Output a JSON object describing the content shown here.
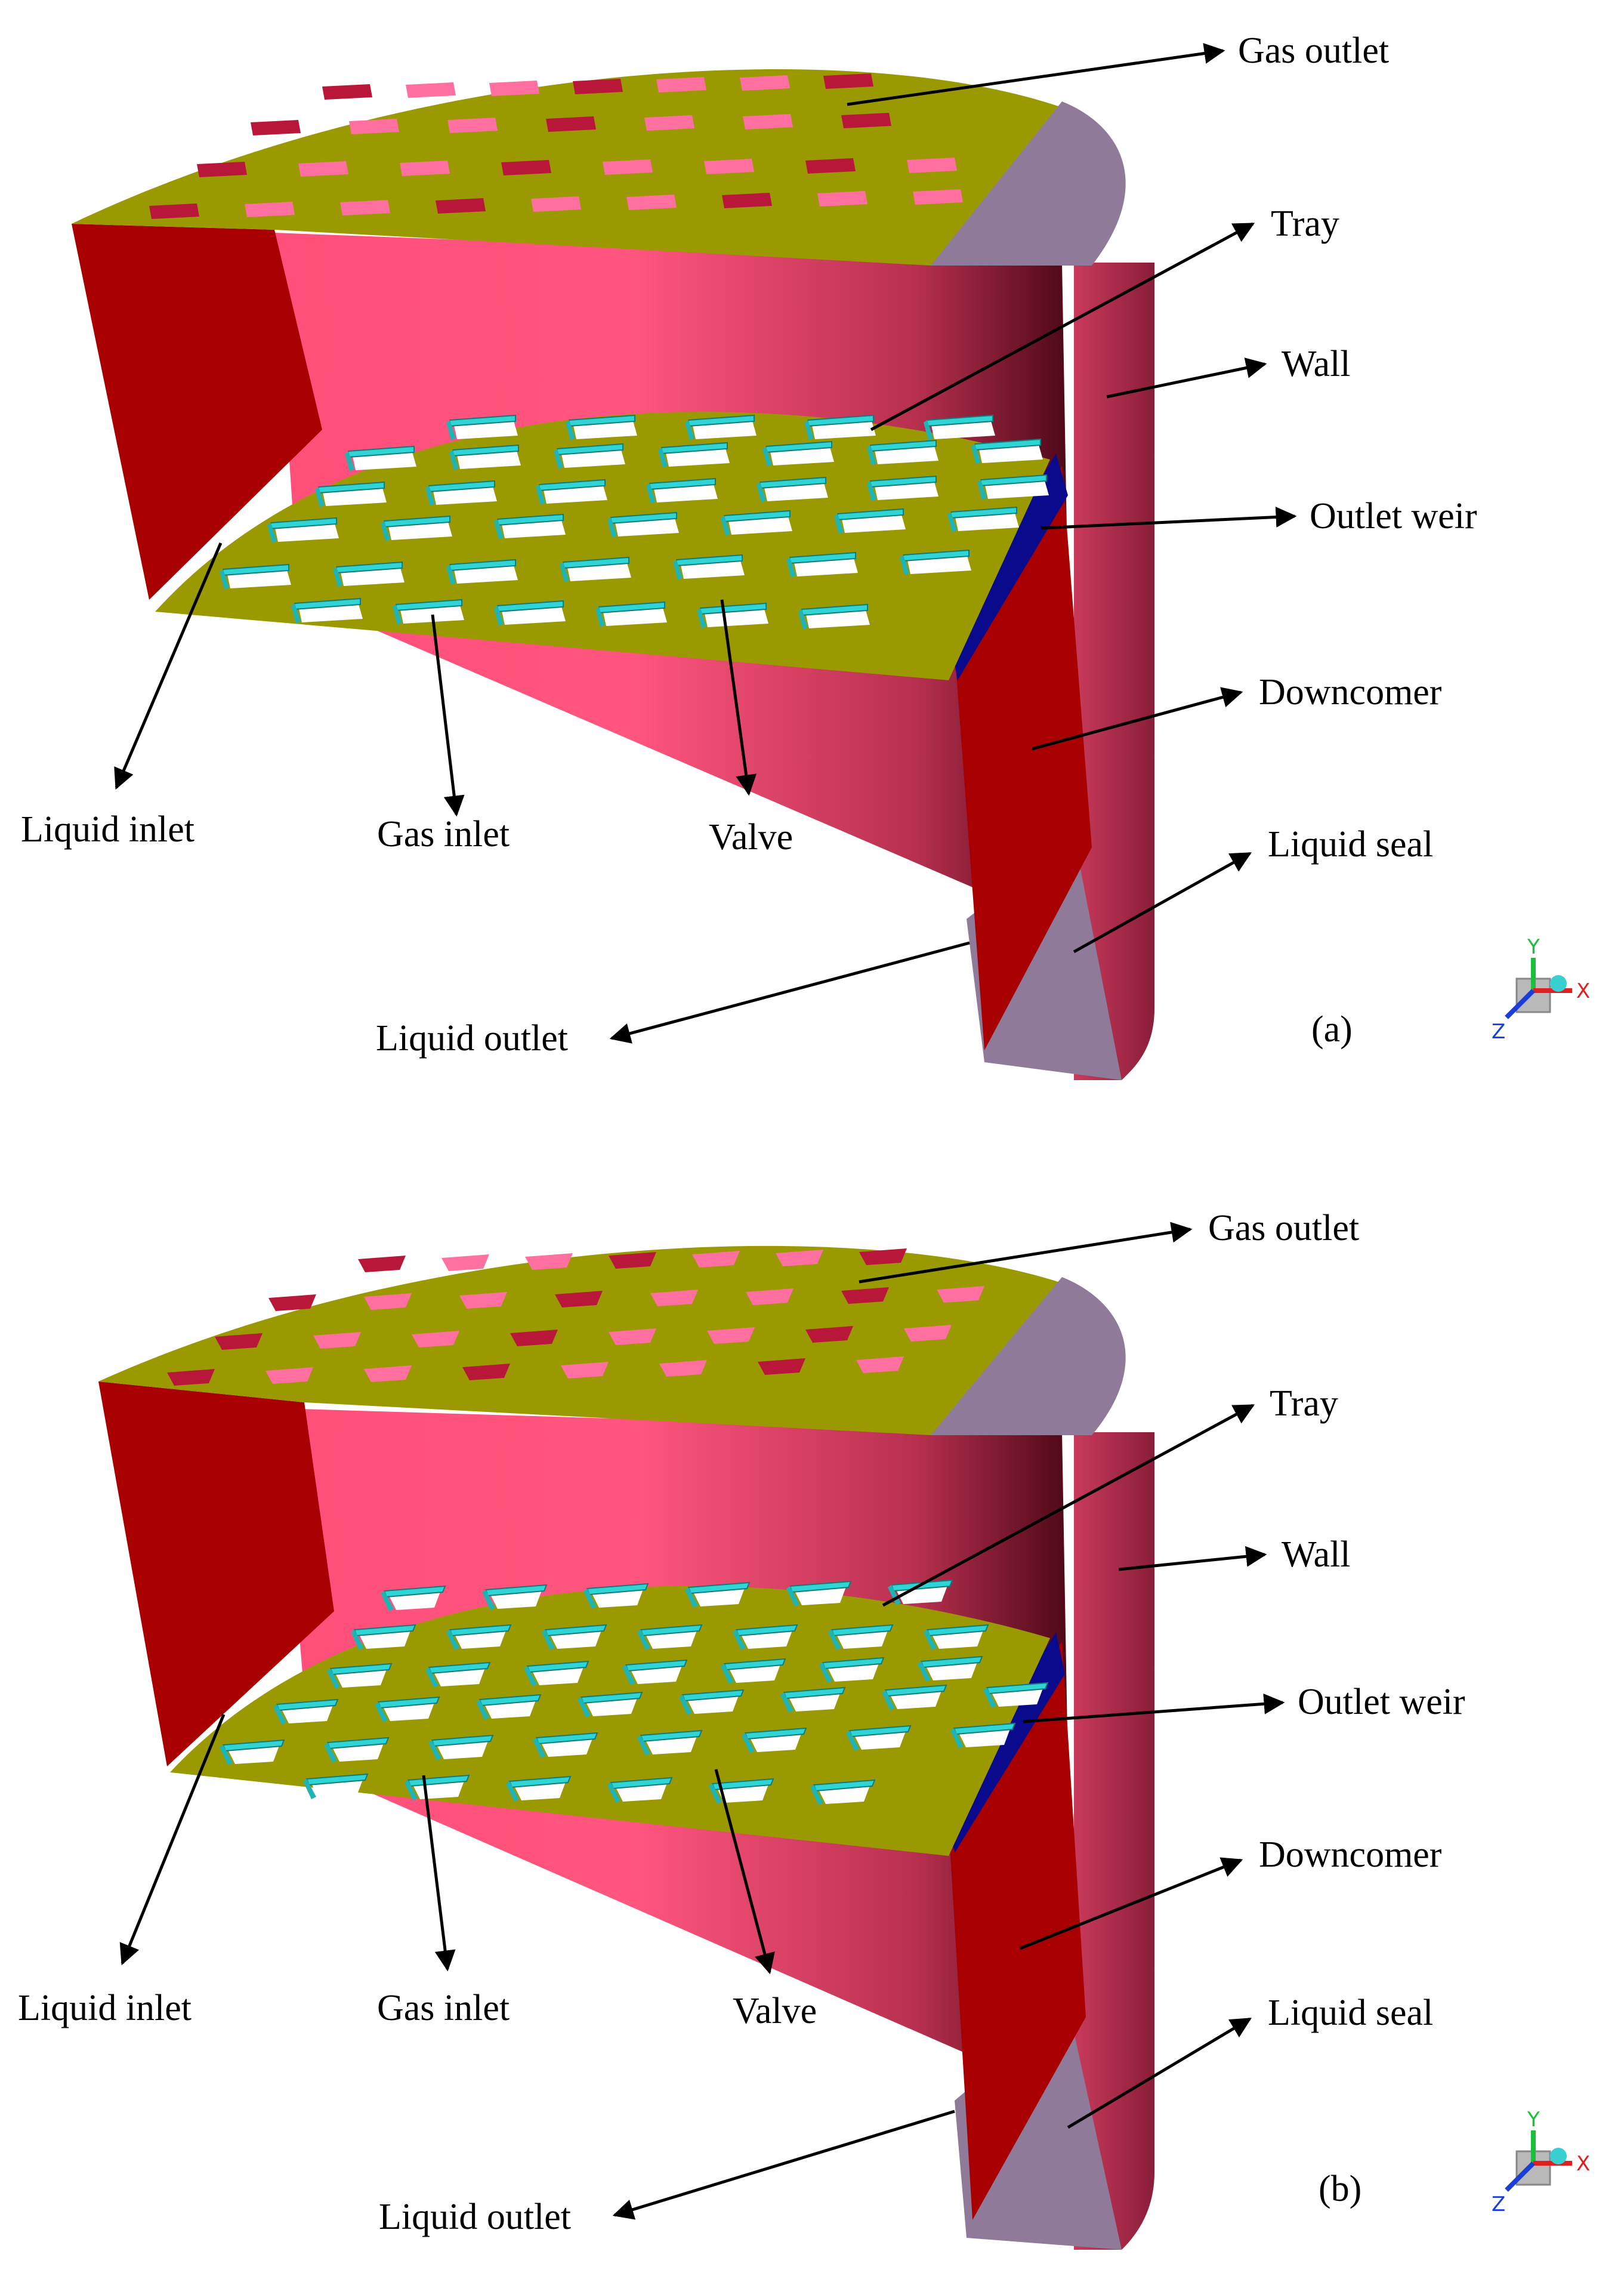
{
  "panels": [
    {
      "id": "a",
      "panel_label": "(a)",
      "labels": {
        "gas_outlet": "Gas outlet",
        "tray": "Tray",
        "wall": "Wall",
        "outlet_weir": "Outlet weir",
        "downcomer": "Downcomer",
        "liquid_seal": "Liquid seal",
        "liquid_outlet": "Liquid outlet",
        "liquid_inlet": "Liquid inlet",
        "gas_inlet": "Gas inlet",
        "valve": "Valve"
      },
      "valve_shape": "rectangular"
    },
    {
      "id": "b",
      "panel_label": "(b)",
      "labels": {
        "gas_outlet": "Gas outlet",
        "tray": "Tray",
        "wall": "Wall",
        "outlet_weir": "Outlet weir",
        "downcomer": "Downcomer",
        "liquid_seal": "Liquid seal",
        "liquid_outlet": "Liquid outlet",
        "liquid_inlet": "Liquid inlet",
        "gas_inlet": "Gas inlet",
        "valve": "Valve"
      },
      "valve_shape": "trapezoidal"
    }
  ],
  "axes_triad": {
    "x": "X",
    "y": "Y",
    "z": "Z"
  },
  "colors": {
    "tray_olive": "#9a9a00",
    "wall_pink": "#ff4f7a",
    "wall_dark": "#5a0c1e",
    "downcomer_red": "#a80000",
    "seal_lilac": "#8f7a99",
    "weir_blue": "#0a0a8c",
    "valve_cyan": "#2fd4d4",
    "hole_pink": "#ff6fa0"
  }
}
